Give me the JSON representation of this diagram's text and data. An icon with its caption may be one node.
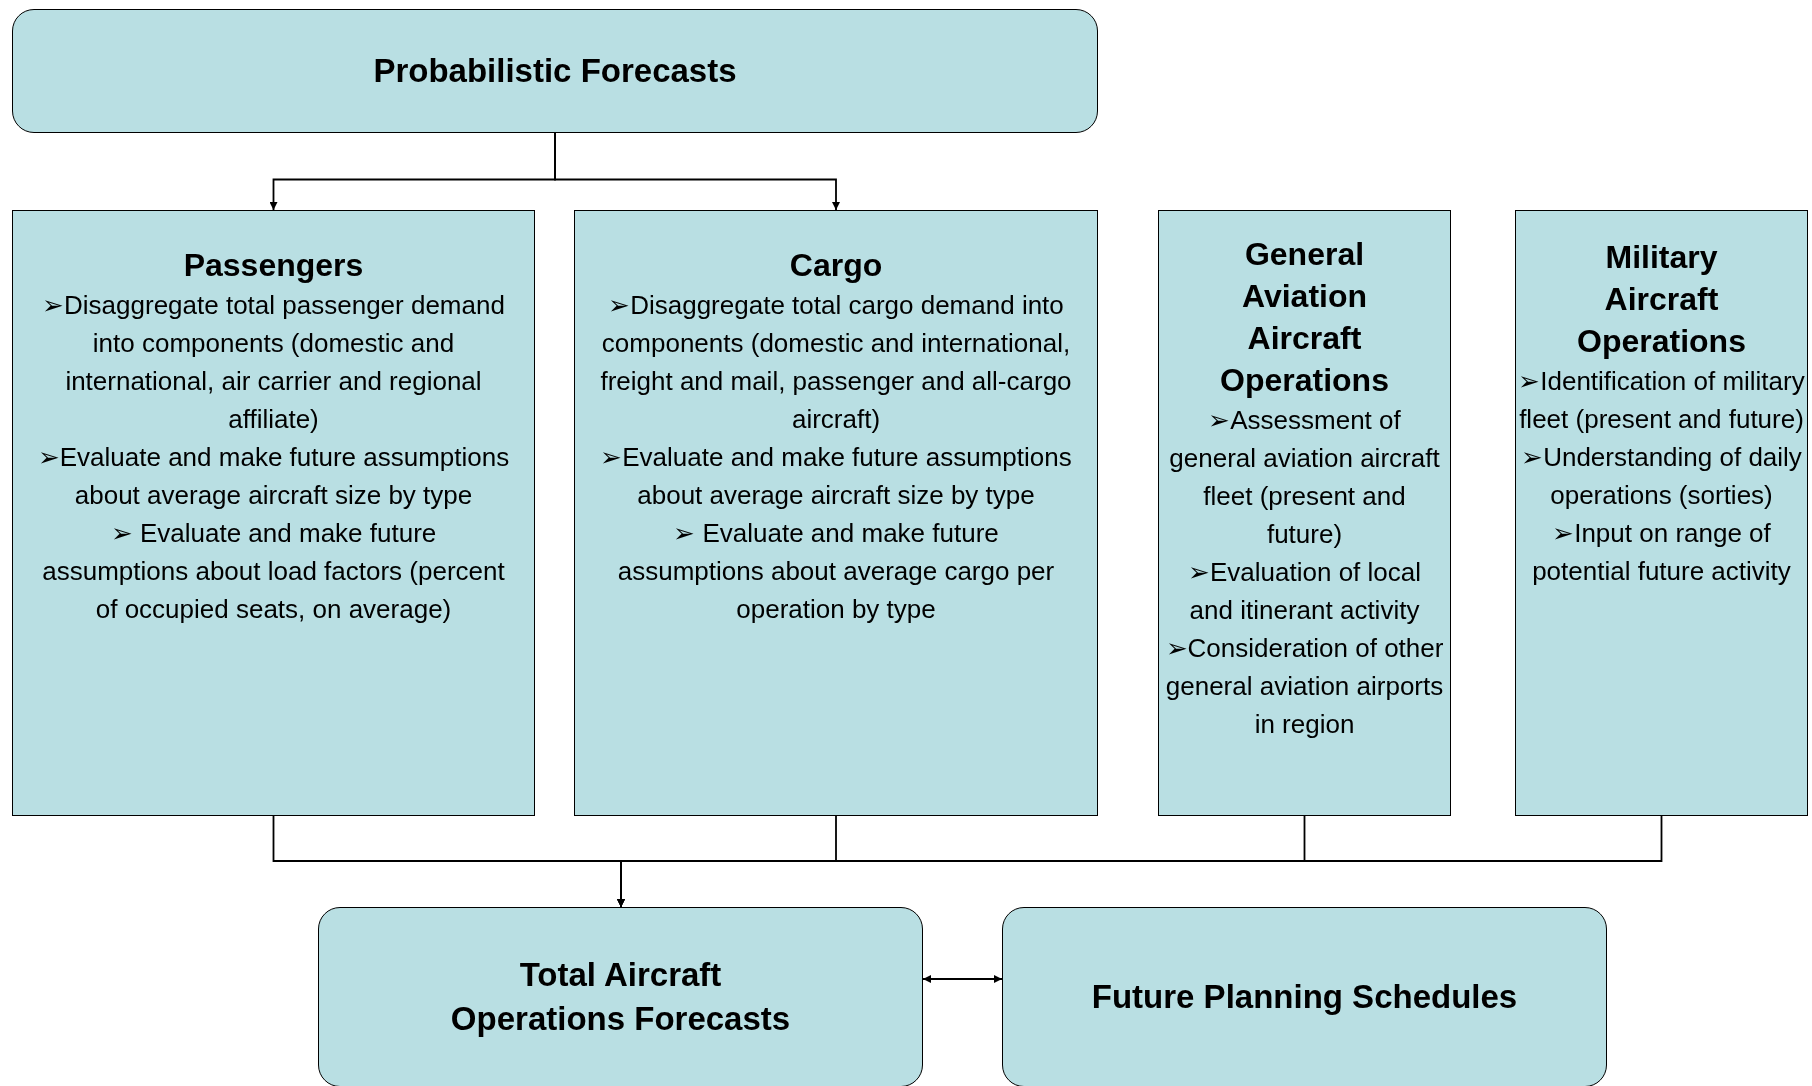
{
  "diagram": {
    "nodes": [
      {
        "text": [
          "Probabilistic Forecasts"
        ]
      },
      {
        "text": [
          "Passengers",
          "➢Disaggregate total passenger demand into components (domestic and international, air carrier and regional affiliate)",
          "➢Evaluate and make future assumptions about average aircraft size by type",
          "➢ Evaluate and make future assumptions about load factors (percent of occupied seats, on average)"
        ]
      },
      {
        "text": [
          "Cargo",
          "➢Disaggregate total cargo demand into components (domestic and international, freight and mail, passenger and all-cargo aircraft)",
          "➢Evaluate and make future assumptions about average aircraft size by type",
          "➢ Evaluate and make future assumptions about average cargo per operation by type"
        ]
      },
      {
        "text": [
          "General Aviation Aircraft Operations",
          "➢Assessment of general aviation aircraft fleet (present and future)",
          "➢Evaluation of local and itinerant activity",
          "➢Consideration of other general aviation airports in region"
        ]
      },
      {
        "text": [
          "Military Aircraft Operations",
          "➢Identification of military fleet (present and future)",
          "➢Understanding of daily operations (sorties)",
          "➢Input on range of potential future activity"
        ]
      },
      {
        "text": [
          "Total Aircraft Operations Forecasts"
        ]
      },
      {
        "text": [
          "Future Planning Schedules"
        ]
      }
    ],
    "edges": [
      {
        "from": 0,
        "to": 1,
        "arrow": "to"
      },
      {
        "from": 0,
        "to": 2,
        "arrow": "to"
      },
      {
        "from": 1,
        "to": 5,
        "arrow": "to"
      },
      {
        "from": 2,
        "to": 5,
        "arrow": "to"
      },
      {
        "from": 3,
        "to": 5,
        "arrow": "to"
      },
      {
        "from": 4,
        "to": 5,
        "arrow": "to"
      },
      {
        "from": 5,
        "to": 6,
        "arrow": "both"
      }
    ]
  }
}
